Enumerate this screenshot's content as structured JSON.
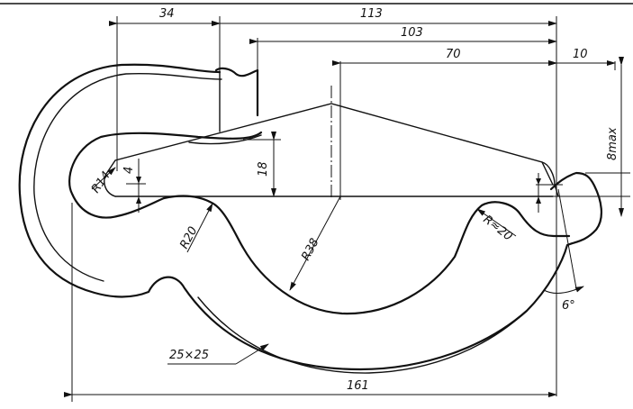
{
  "dimensions": {
    "d34": "34",
    "d113": "113",
    "d103": "103",
    "d70": "70",
    "d10": "10",
    "d8max": "8max",
    "d18": "18",
    "d4": "4",
    "r14": "R14",
    "r20": "R20",
    "r38": "R38",
    "r20b": "R≈20",
    "a6": "6°",
    "section": "25×25",
    "d161": "161"
  }
}
